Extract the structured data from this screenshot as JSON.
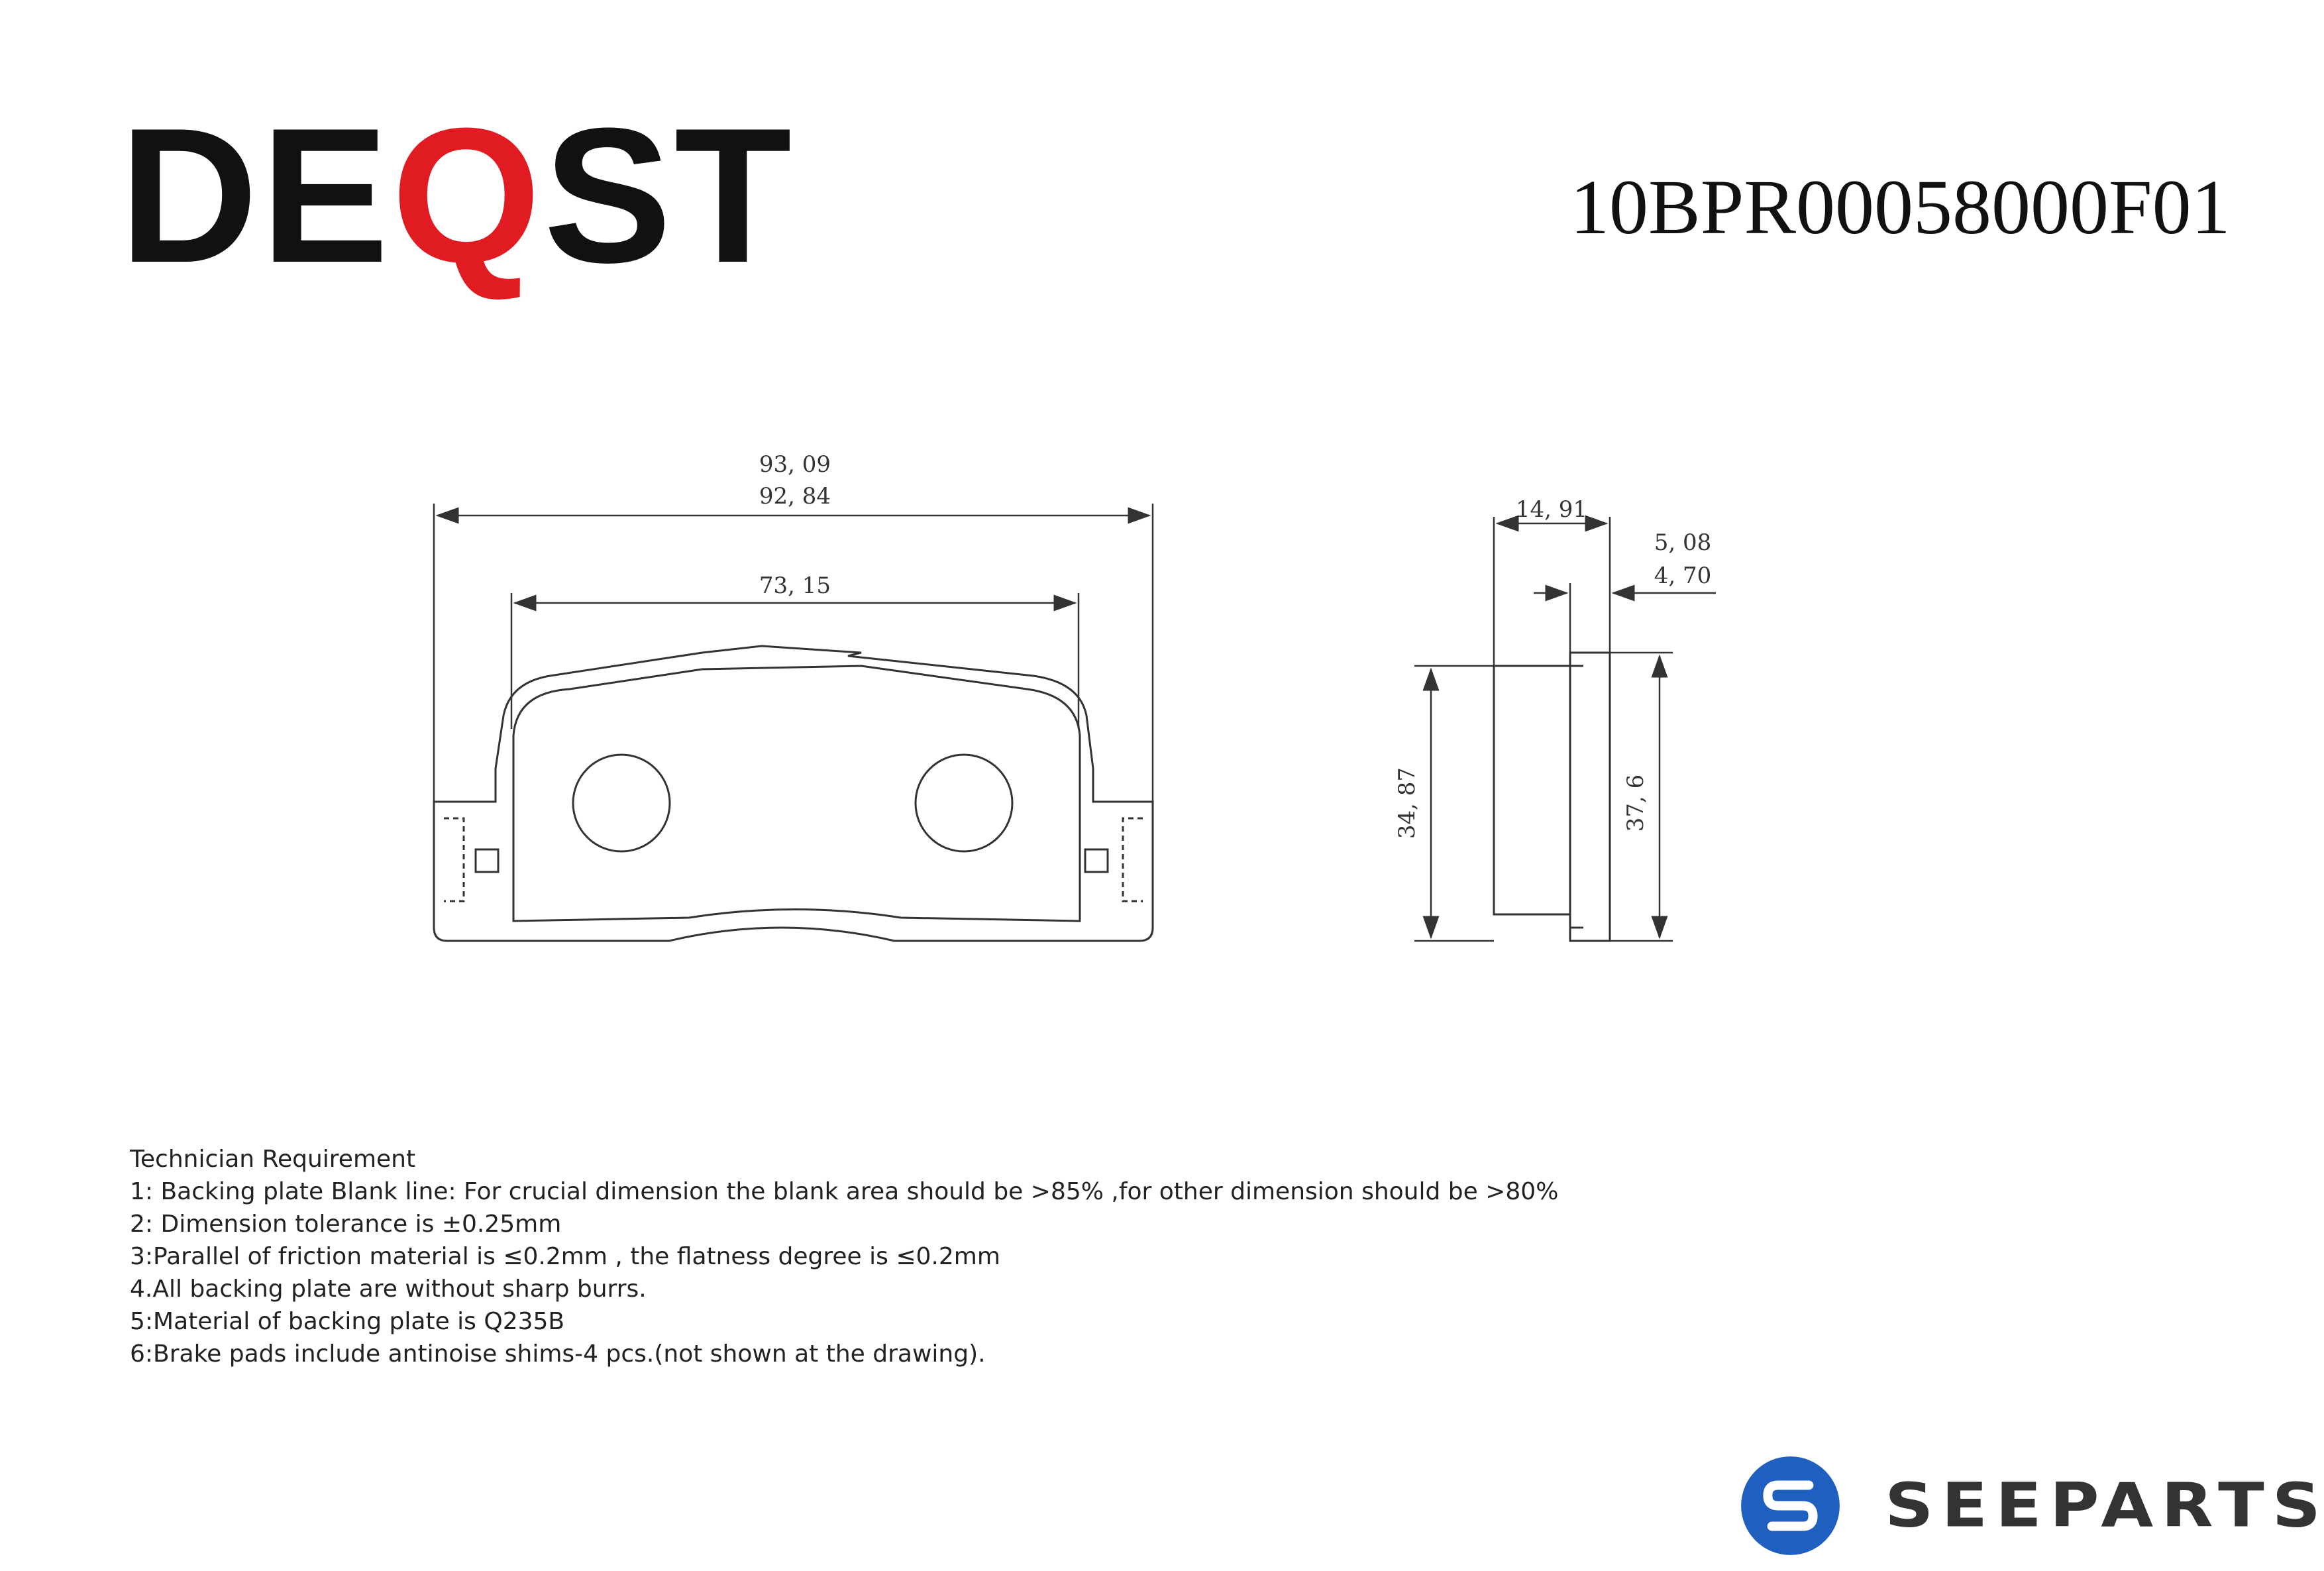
{
  "header": {
    "logo_prefix": "DE",
    "logo_accent": "Q",
    "logo_suffix": "ST",
    "part_number": "10BPR00058000F01"
  },
  "dimensions": {
    "overall_width_max": "93, 09",
    "overall_width_min": "92, 84",
    "friction_width": "73, 15",
    "total_thickness": "14, 91",
    "plate_thickness_max": "5, 08",
    "plate_thickness_min": "4, 70",
    "friction_height": "34, 87",
    "plate_height": "37, 6"
  },
  "notes": {
    "title": "Technician Requirement",
    "items": [
      "1: Backing plate Blank line: For crucial dimension the blank area should be >85% ,for other dimension should be >80%",
      "2: Dimension tolerance is ±0.25mm",
      "3:Parallel of friction material is ≤0.2mm , the flatness degree is ≤0.2mm",
      "4.All backing plate are without sharp burrs.",
      "5:Material of backing plate is Q235B",
      "6:Brake pads include antinoise shims-4 pcs.(not shown at the drawing)."
    ]
  },
  "footer": {
    "brand": "SEEPARTS"
  },
  "colors": {
    "logo_black": "#111111",
    "logo_red": "#e11b22",
    "brand_blue": "#1f5fbf"
  }
}
